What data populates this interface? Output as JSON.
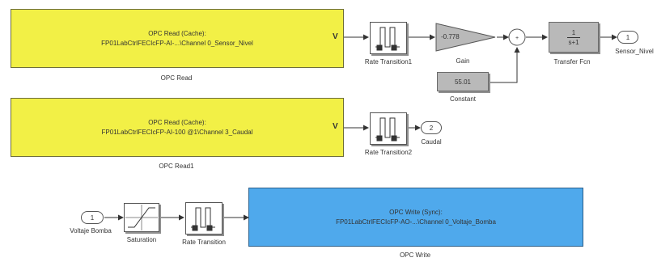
{
  "blocks": {
    "opc_read": {
      "line1": "OPC Read (Cache):",
      "line2": "FP01LabCtrlFECIcFP-AI-...\\Channel 0_Sensor_Nivel",
      "port": "V",
      "label": "OPC Read"
    },
    "opc_read1": {
      "line1": "OPC Read (Cache):",
      "line2": "FP01LabCtrlFECIcFP-AI-100 @1\\Channel 3_Caudal",
      "port": "V",
      "label": "OPC Read1"
    },
    "opc_write": {
      "line1": "OPC Write (Sync):",
      "line2": "FP01LabCtrlFECIcFP-AO-...\\Channel 0_Voltaje_Bomba",
      "label": "OPC Write"
    },
    "rate_transition1": {
      "label": "Rate Transition1"
    },
    "rate_transition2": {
      "label": "Rate Transition2"
    },
    "rate_transition": {
      "label": "Rate Transition"
    },
    "gain": {
      "value": "-0.778",
      "label": "Gain"
    },
    "constant": {
      "value": "55.01",
      "label": "Constant"
    },
    "transfer_fcn": {
      "numerator": "1",
      "denominator": "s+1",
      "label": "Transfer Fcn"
    },
    "saturation": {
      "label": "Saturation"
    },
    "outport_sensor_nivel": {
      "number": "1",
      "label": "Sensor_Nivel"
    },
    "outport_caudal": {
      "number": "2",
      "label": "Caudal"
    },
    "inport_voltaje_bomba": {
      "number": "1",
      "label": "Voltaje Bomba"
    },
    "sum": {
      "signs": "+ +"
    }
  },
  "colors": {
    "opc_read_fill": "#f2f046",
    "opc_write_fill": "#4fa9ec",
    "gain_fill": "#b9b9b9",
    "line": "#333333"
  }
}
